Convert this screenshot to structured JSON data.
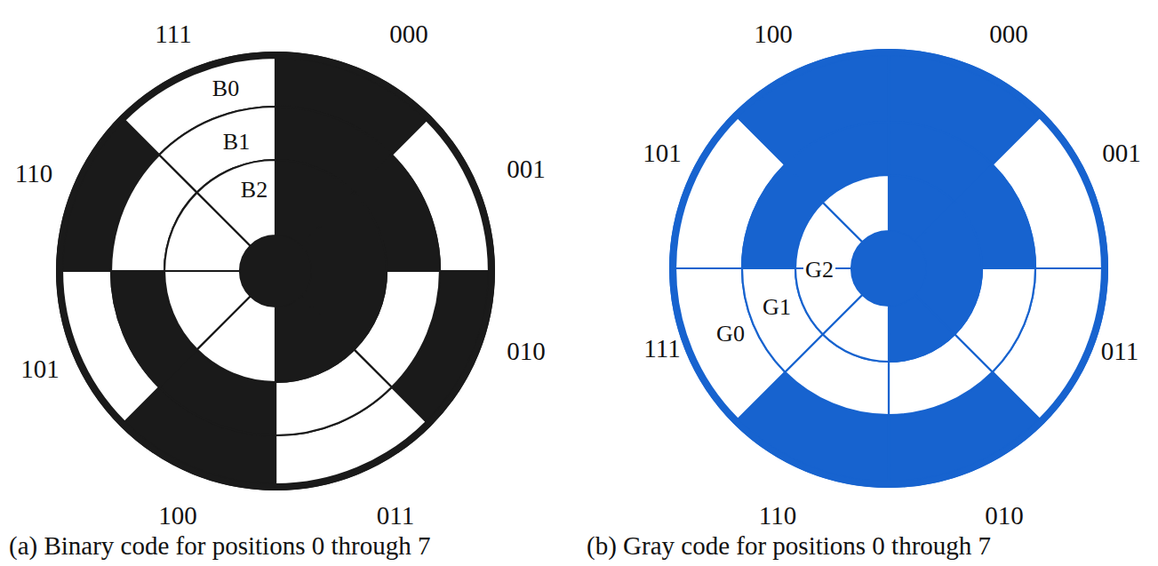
{
  "diagram": {
    "labels": [
      "111",
      "000",
      "001",
      "010",
      "011",
      "100",
      "101",
      "110",
      "B0",
      "B1",
      "B2",
      "100",
      "000",
      "001",
      "011",
      "010",
      "110",
      "111",
      "101",
      "G0",
      "G1",
      "G2",
      "(a) Binary code for positions 0 through 7",
      "(b) Gray code for positions 0 through 7"
    ]
  }
}
